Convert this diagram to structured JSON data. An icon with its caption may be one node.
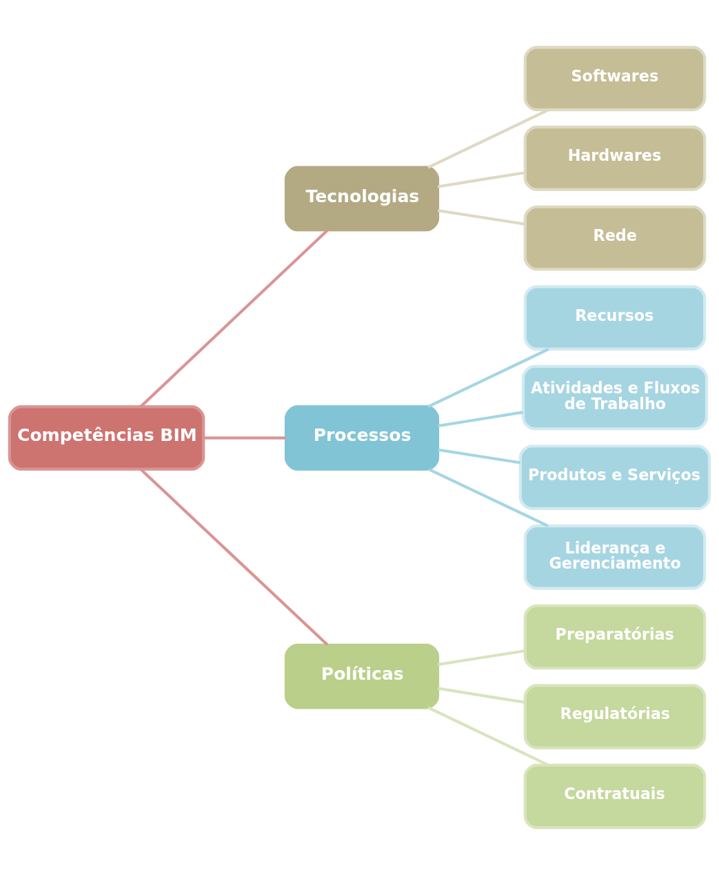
{
  "diagram": {
    "nodes": [
      {
        "text": [
          "Competências BIM"
        ]
      },
      {
        "text": [
          "Tecnologias"
        ]
      },
      {
        "text": [
          "Processos"
        ]
      },
      {
        "text": [
          "Políticas"
        ]
      },
      {
        "text": [
          "Softwares"
        ]
      },
      {
        "text": [
          "Hardwares"
        ]
      },
      {
        "text": [
          "Rede"
        ]
      },
      {
        "text": [
          "Recursos"
        ]
      },
      {
        "text": [
          "Atividades e Fluxos de Trabalho"
        ]
      },
      {
        "text": [
          "Produtos e Serviços"
        ]
      },
      {
        "text": [
          "Liderança e Gerenciamento"
        ]
      },
      {
        "text": [
          "Preparatórias"
        ]
      },
      {
        "text": [
          "Regulatórias"
        ]
      },
      {
        "text": [
          "Contratuais"
        ]
      }
    ],
    "edges": [
      {
        "from": 0,
        "to": 1,
        "arrow": "none",
        "color": "#d99594"
      },
      {
        "from": 0,
        "to": 2,
        "arrow": "none",
        "color": "#d99594"
      },
      {
        "from": 0,
        "to": 3,
        "arrow": "none",
        "color": "#d99594"
      },
      {
        "from": 1,
        "to": 4,
        "arrow": "none",
        "color": "#ddd9c3"
      },
      {
        "from": 1,
        "to": 5,
        "arrow": "none",
        "color": "#ddd9c3"
      },
      {
        "from": 1,
        "to": 6,
        "arrow": "none",
        "color": "#ddd9c3"
      },
      {
        "from": 2,
        "to": 7,
        "arrow": "none",
        "color": "#a5d5e2"
      },
      {
        "from": 2,
        "to": 8,
        "arrow": "none",
        "color": "#a5d5e2"
      },
      {
        "from": 2,
        "to": 9,
        "arrow": "none",
        "color": "#a5d5e2"
      },
      {
        "from": 2,
        "to": 10,
        "arrow": "none",
        "color": "#a5d5e2"
      },
      {
        "from": 3,
        "to": 11,
        "arrow": "none",
        "color": "#d7e4bd"
      },
      {
        "from": 3,
        "to": 12,
        "arrow": "none",
        "color": "#d7e4bd"
      },
      {
        "from": 3,
        "to": 13,
        "arrow": "none",
        "color": "#d7e4bd"
      }
    ]
  }
}
